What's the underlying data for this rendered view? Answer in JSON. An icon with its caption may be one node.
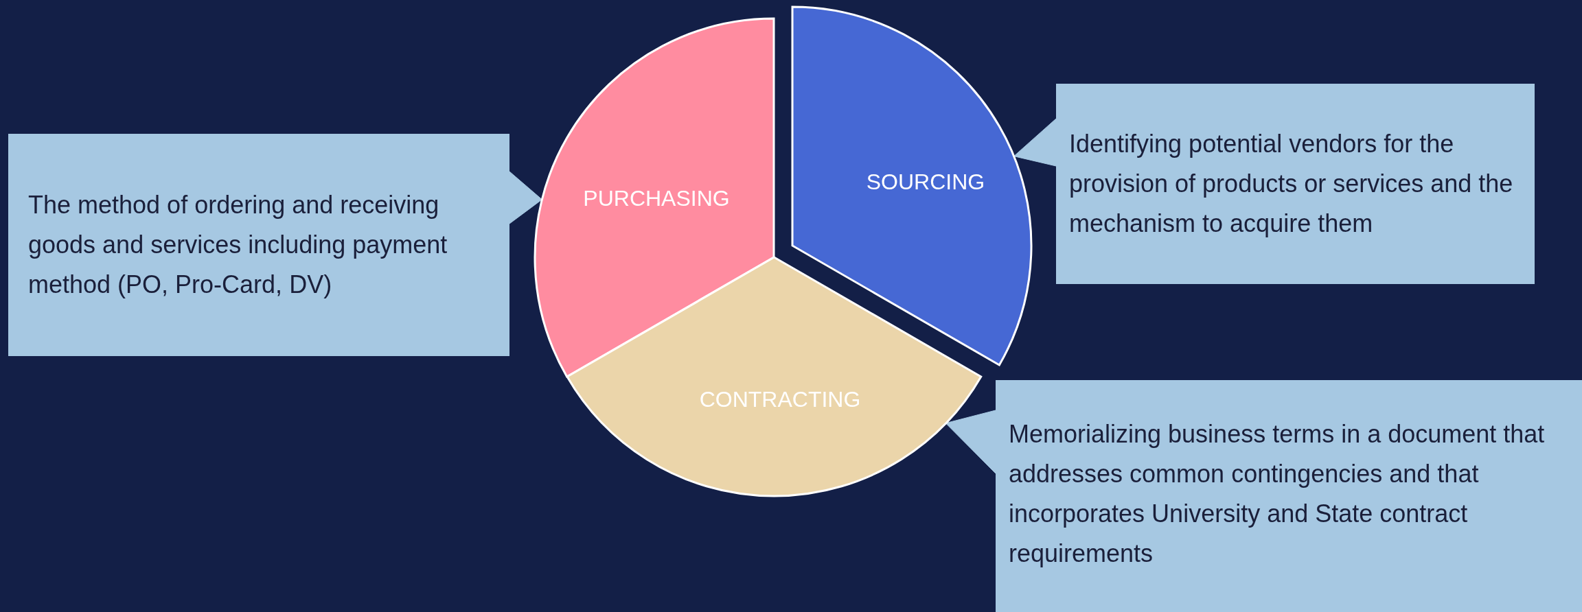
{
  "diagram": {
    "nodes": [
      {
        "text": [
          "PURCHASING"
        ]
      },
      {
        "text": [
          "SOURCING"
        ]
      },
      {
        "text": [
          "CONTRACTING"
        ]
      },
      {
        "text": [
          "The method of ordering and receiving goods and services including payment method (PO, Pro-Card, DV)"
        ]
      },
      {
        "text": [
          "Identifying potential vendors for the provision of products or services and the mechanism to acquire them"
        ]
      },
      {
        "text": [
          "Memorializing business terms in a document that addresses common contingencies and that incorporates University and State contract requirements"
        ]
      }
    ],
    "edges": [
      {
        "from": 3,
        "to": 0,
        "arrow": "to"
      },
      {
        "from": 4,
        "to": 1,
        "arrow": "to"
      },
      {
        "from": 5,
        "to": 2,
        "arrow": "to"
      }
    ]
  }
}
